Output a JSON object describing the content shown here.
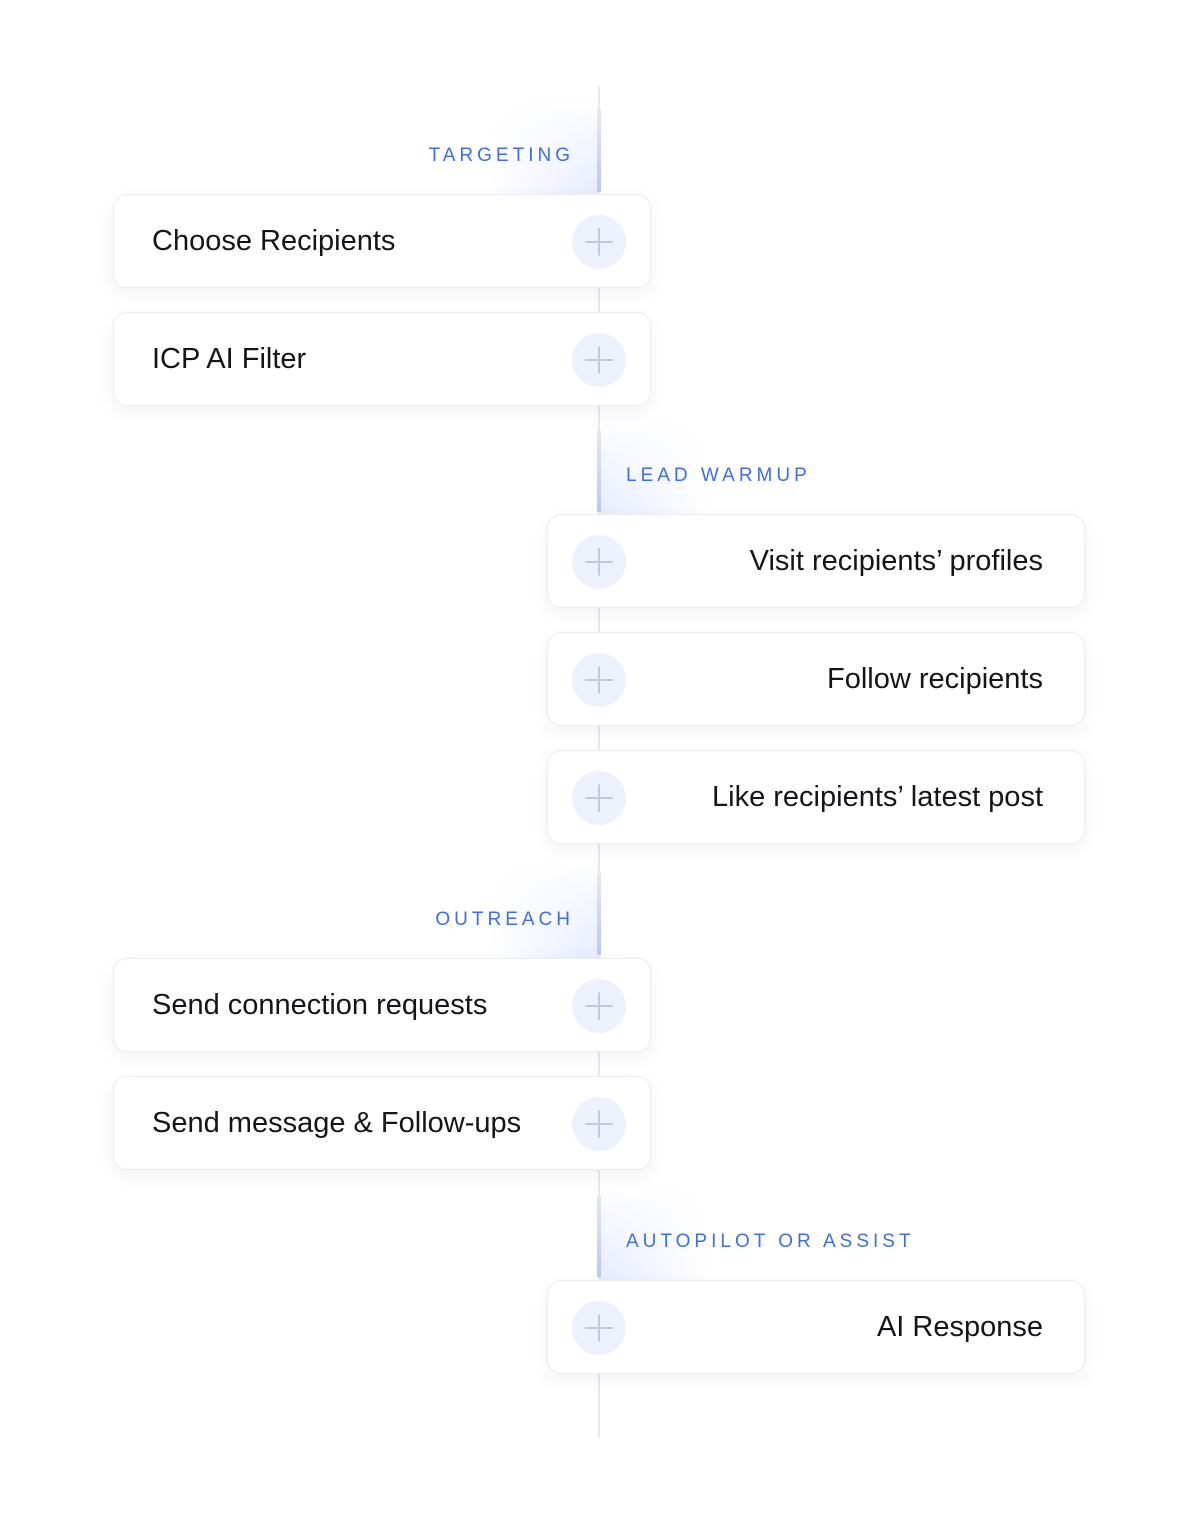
{
  "sections": {
    "targeting": {
      "label": "TARGETING",
      "cards": [
        {
          "label": "Choose Recipients",
          "icon": "plus-icon"
        },
        {
          "label": "ICP AI Filter",
          "icon": "plus-icon"
        }
      ]
    },
    "lead_warmup": {
      "label": "LEAD WARMUP",
      "cards": [
        {
          "label": "Visit recipients’ profiles",
          "icon": "plus-icon"
        },
        {
          "label": "Follow recipients",
          "icon": "plus-icon"
        },
        {
          "label": "Like recipients’ latest post",
          "icon": "plus-icon"
        }
      ]
    },
    "outreach": {
      "label": "OUTREACH",
      "cards": [
        {
          "label": "Send connection requests",
          "icon": "plus-icon"
        },
        {
          "label": "Send message & Follow-ups",
          "icon": "plus-icon"
        }
      ]
    },
    "autopilot": {
      "label": "AUTOPILOT OR ASSIST",
      "cards": [
        {
          "label": "AI Response",
          "icon": "plus-icon"
        }
      ]
    }
  },
  "colors": {
    "accent": "#3d6fe0",
    "line": "#e7e8ee",
    "icon_bg": "#edf1fc",
    "icon_stroke": "#c3c9d8",
    "text": "#14151a"
  }
}
